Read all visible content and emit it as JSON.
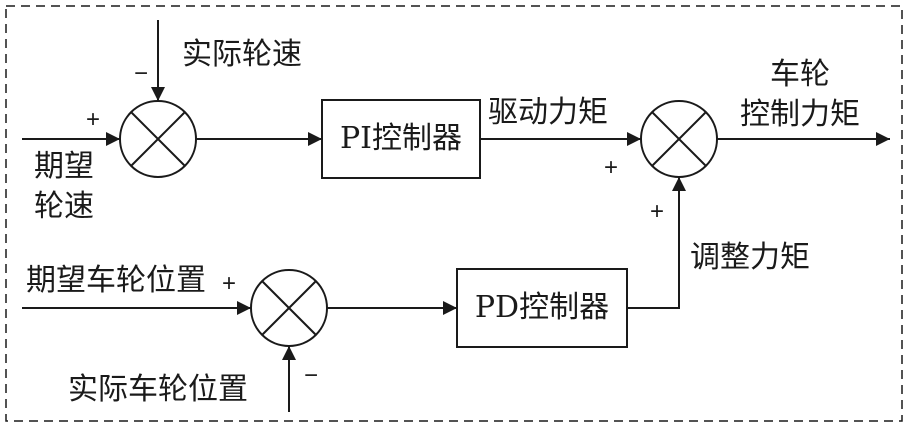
{
  "colors": {
    "line": "#1a1a1a",
    "background": "#ffffff"
  },
  "blocks": {
    "pi_controller": "PI控制器",
    "pd_controller": "PD控制器"
  },
  "labels": {
    "actual_wheel_speed": "实际轮速",
    "desired_wheel_speed_line1": "期望",
    "desired_wheel_speed_line2": "轮速",
    "drive_torque": "驱动力矩",
    "wheel_control_torque_line1": "车轮",
    "wheel_control_torque_line2": "控制力矩",
    "adjust_torque": "调整力矩",
    "desired_wheel_position": "期望车轮位置",
    "actual_wheel_position": "实际车轮位置"
  },
  "signs": {
    "sum1_top": "−",
    "sum1_left": "+",
    "sum2_left": "+",
    "sum2_bottom": "−",
    "sum3_left": "+",
    "sum3_bottom": "+"
  }
}
